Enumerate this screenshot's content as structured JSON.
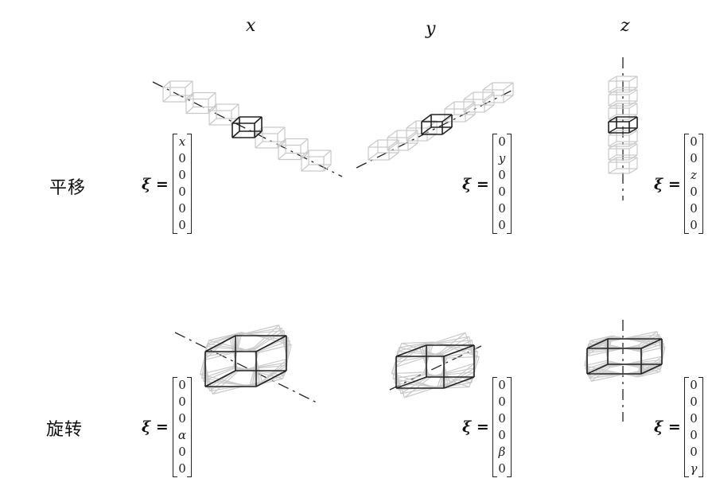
{
  "columns": [
    {
      "key": "x",
      "label": "x"
    },
    {
      "key": "y",
      "label": "y"
    },
    {
      "key": "z",
      "label": "z"
    }
  ],
  "rows": [
    {
      "key": "translation",
      "label": "平移"
    },
    {
      "key": "rotation",
      "label": "旋转"
    }
  ],
  "xi_label": "ξ =",
  "vectors": {
    "translation": [
      [
        "x",
        "0",
        "0",
        "0",
        "0",
        "0"
      ],
      [
        "0",
        "y",
        "0",
        "0",
        "0",
        "0"
      ],
      [
        "0",
        "0",
        "z",
        "0",
        "0",
        "0"
      ]
    ],
    "rotation": [
      [
        "0",
        "0",
        "0",
        "α",
        "0",
        "0"
      ],
      [
        "0",
        "0",
        "0",
        "0",
        "β",
        "0"
      ],
      [
        "0",
        "0",
        "0",
        "0",
        "0",
        "γ"
      ]
    ]
  },
  "colors": {
    "main_box": "#222222",
    "ghost_box": "#c9c9c9",
    "axis": "#222222"
  }
}
